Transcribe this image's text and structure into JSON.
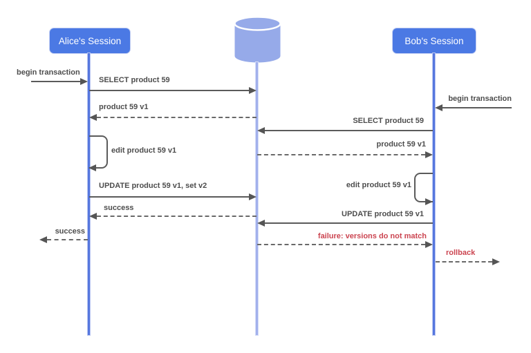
{
  "actors": {
    "alice": {
      "label": "Alice's Session"
    },
    "database": {
      "icon": "database-cylinder-icon"
    },
    "bob": {
      "label": "Bob's Session"
    }
  },
  "messages": {
    "alice_begin_transaction": {
      "label": "begin transaction"
    },
    "alice_select": {
      "label": "SELECT product 59"
    },
    "db_product_v1_to_alice": {
      "label": "product 59 v1"
    },
    "bob_begin_transaction": {
      "label": "begin transaction"
    },
    "bob_select": {
      "label": "SELECT product 59"
    },
    "alice_edit": {
      "label": "edit product 59 v1"
    },
    "db_product_v1_to_bob": {
      "label": "product 59 v1"
    },
    "bob_edit": {
      "label": "edit product 59 v1"
    },
    "alice_update": {
      "label": "UPDATE product 59 v1, set v2"
    },
    "db_success_to_alice": {
      "label": "success"
    },
    "bob_update": {
      "label": "UPDATE product 59 v1"
    },
    "alice_success_out": {
      "label": "success"
    },
    "db_failure_to_bob": {
      "label": "failure: versions do not match"
    },
    "bob_rollback": {
      "label": "rollback"
    }
  },
  "colors": {
    "actor_fill": "#4b79e4",
    "session_lifeline": "#5677de",
    "database_lifeline": "#a2b1ec",
    "database_fill": "#96aae9",
    "arrow_line": "#5a5a5a",
    "message_text": "#4d4d4d",
    "error_text": "#cb4450"
  }
}
